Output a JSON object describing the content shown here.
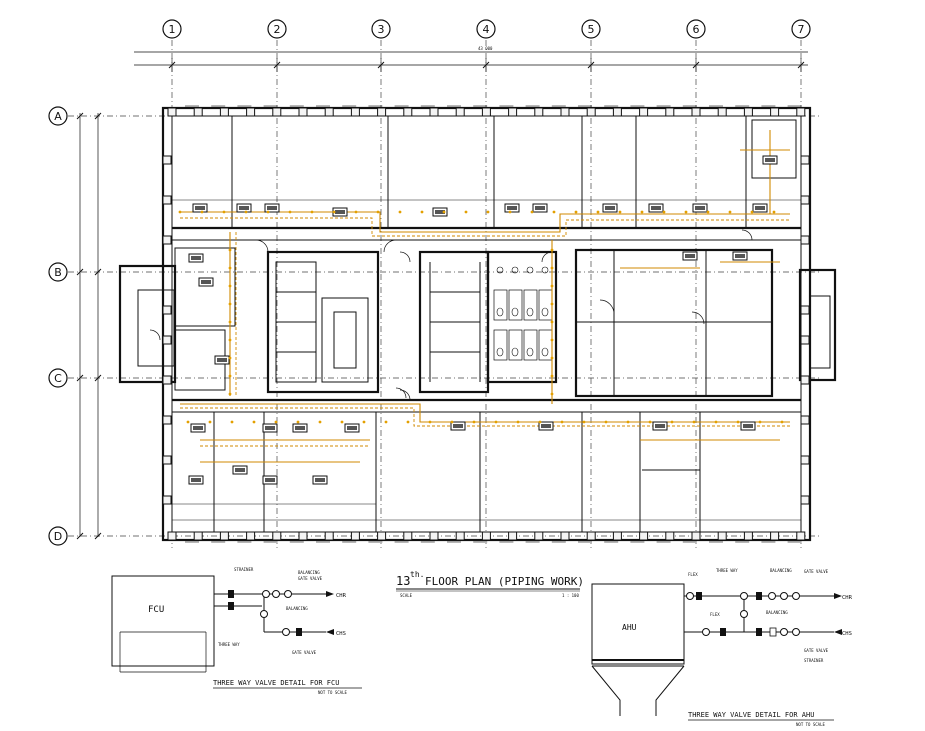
{
  "grid": {
    "columns": [
      "1",
      "2",
      "3",
      "4",
      "5",
      "6",
      "7"
    ],
    "rows": [
      "A",
      "B",
      "C",
      "D"
    ]
  },
  "title": {
    "floor_number": "13",
    "superscript": "th.",
    "text": "FLOOR PLAN (PIPING WORK)",
    "scale_label": "SCALE",
    "scale_value": "1 : 100"
  },
  "overall_dimension": "43 000",
  "fcu_detail": {
    "unit_label": "FCU",
    "title": "THREE WAY VALVE DETAIL FOR FCU",
    "subtitle": "NOT TO SCALE",
    "callouts": {
      "balancing_top": "BALANCING",
      "gate_valve_top": "GATE VALVE",
      "chr": "CHR",
      "balancing_mid": "BALANCING",
      "chs": "CHS",
      "three_way": "THREE WAY",
      "gate_valve_bottom": "GATE VALVE",
      "strainer": "STRAINER"
    }
  },
  "ahu_detail": {
    "unit_label": "AHU",
    "title": "THREE WAY VALVE DETAIL FOR AHU",
    "subtitle": "NOT TO SCALE",
    "callouts": {
      "flex_top": "FLEX",
      "three_way": "THREE WAY",
      "balancing_top": "BALANCING",
      "gate_valve": "GATE VALVE",
      "chr": "CHR",
      "flex_mid": "FLEX",
      "balancing_mid": "BALANCING",
      "chs": "CHS",
      "gate_valve_bottom": "GATE VALVE",
      "strainer": "STRAINER"
    }
  },
  "colors": {
    "line": "#111111",
    "pipe": "#d08a00",
    "background": "#ffffff"
  }
}
